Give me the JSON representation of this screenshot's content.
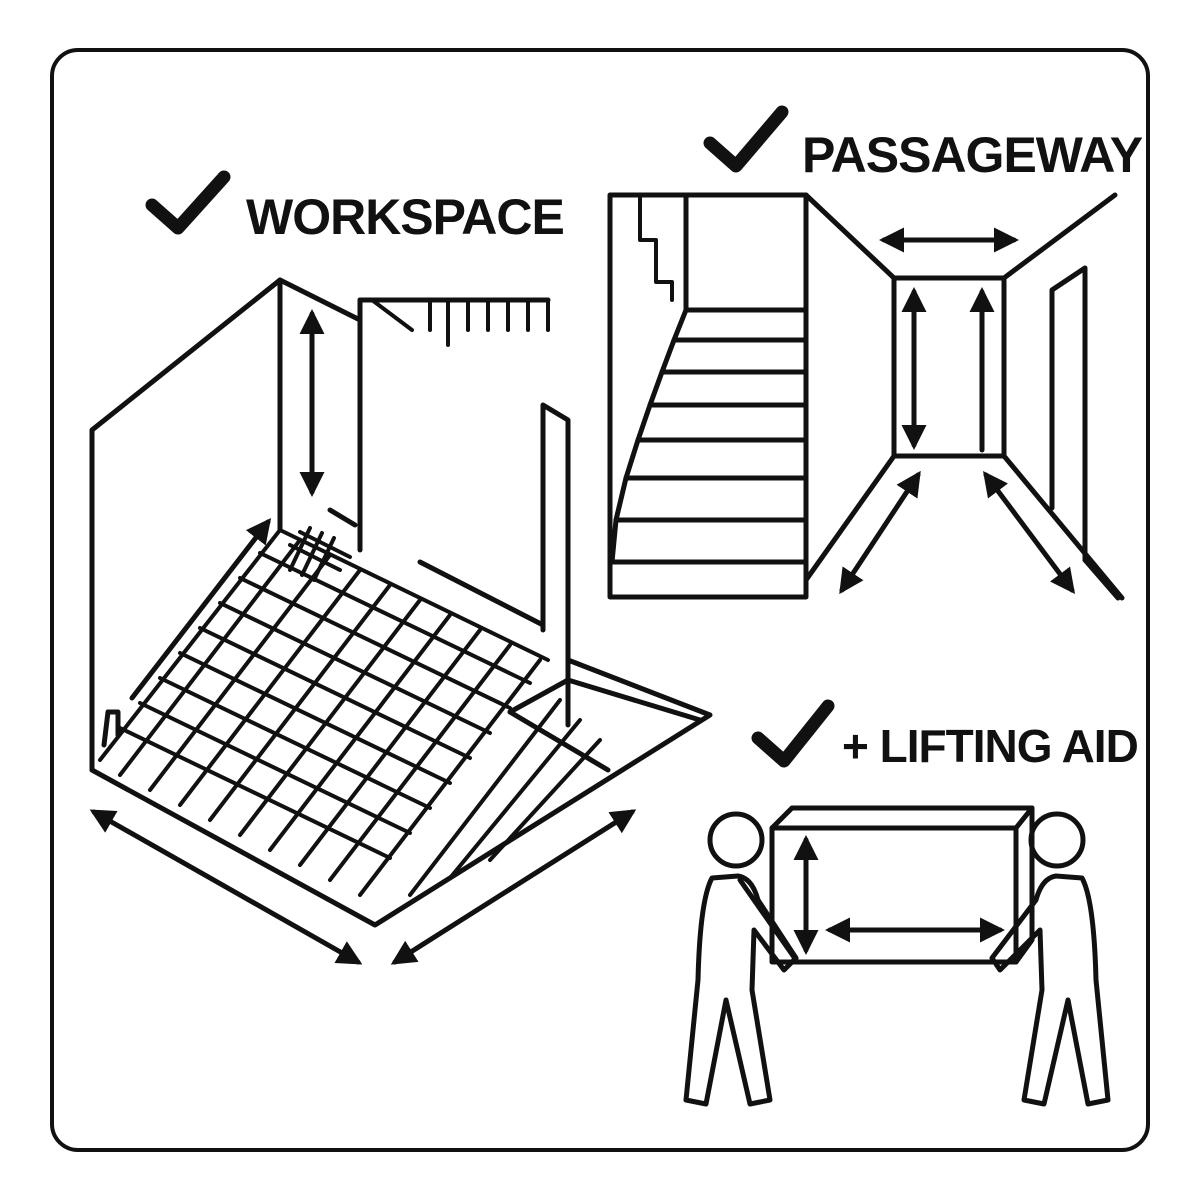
{
  "panels": {
    "workspace": {
      "label": "WORKSPACE",
      "check_icon": "checkmark-icon"
    },
    "passageway": {
      "label": "PASSAGEWAY",
      "check_icon": "checkmark-icon"
    },
    "lifting_aid": {
      "label": "+ LIFTING AID",
      "check_icon": "checkmark-icon"
    }
  },
  "colors": {
    "ink": "#111111",
    "background": "#ffffff"
  }
}
